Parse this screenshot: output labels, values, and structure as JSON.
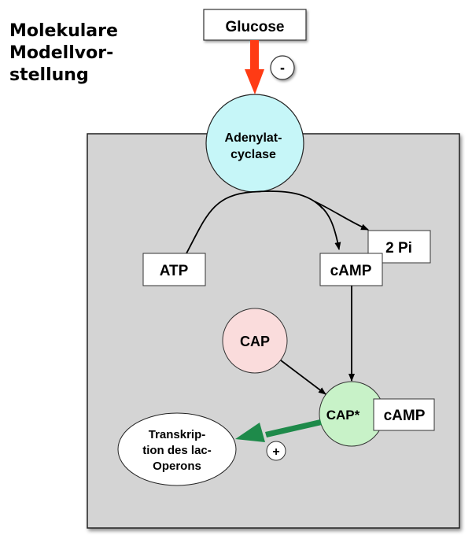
{
  "title": {
    "lines": [
      "Molekulare",
      "Modellvor-",
      "stellung"
    ]
  },
  "nodes": {
    "glucose": "Glucose",
    "adenylatcyclase": [
      "Adenylat-",
      "cyclase"
    ],
    "atp": "ATP",
    "camp": "cAMP",
    "pi": "2 Pi",
    "cap": "CAP",
    "cap_active": "CAP*",
    "cap_bound_camp": "cAMP",
    "transcription": [
      "Transkrip-",
      "tion des lac-",
      "Operons"
    ]
  },
  "signs": {
    "inhibition": "-",
    "activation": "+"
  },
  "colors": {
    "cell_background": "#d4d4d4",
    "adenylatcyclase_fill": "#c6f6f8",
    "cap_fill": "#fadcdc",
    "cap_active_fill": "#c8f2c8",
    "inhibition_arrow": "#ff3b14",
    "activation_arrow": "#1e8a4a"
  }
}
